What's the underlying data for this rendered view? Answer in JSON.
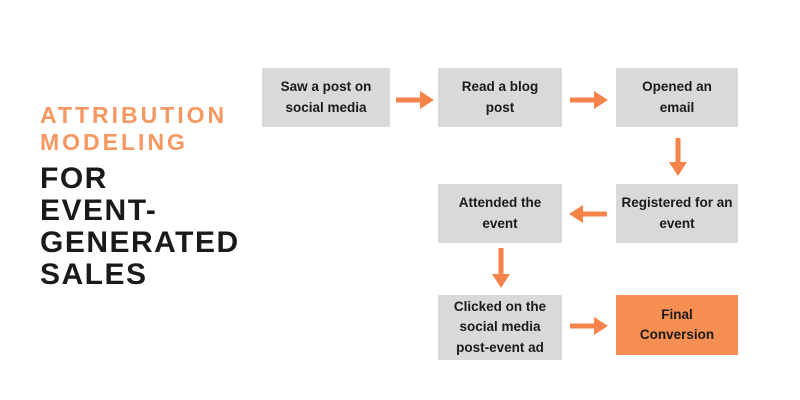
{
  "colors": {
    "accent_title": "#F79862",
    "arrow": "#F5834A",
    "box_fill": "#D9D9D9",
    "highlight_fill": "#F78F53",
    "text": "#1A1A1A",
    "background": "#FFFFFF"
  },
  "title": {
    "accent_line1": "ATTRIBUTION",
    "accent_line2": "MODELING",
    "main_line1": "FOR",
    "main_line2": "EVENT-",
    "main_line3": "GENERATED",
    "main_line4": "SALES"
  },
  "flow": {
    "boxes": [
      {
        "id": "saw-post",
        "label": "Saw a post on\nsocial media"
      },
      {
        "id": "read-blog",
        "label": "Read a blog\npost"
      },
      {
        "id": "opened-email",
        "label": "Opened an\nemail"
      },
      {
        "id": "registered-event",
        "label": "Registered for an\nevent"
      },
      {
        "id": "attended-event",
        "label": "Attended the\nevent"
      },
      {
        "id": "clicked-ad",
        "label": "Clicked on the\nsocial media\npost-event ad"
      },
      {
        "id": "final-conversion",
        "label": "Final\nConversion",
        "highlight": true
      }
    ],
    "arrows": [
      {
        "from": "saw-post",
        "to": "read-blog",
        "direction": "right"
      },
      {
        "from": "read-blog",
        "to": "opened-email",
        "direction": "right"
      },
      {
        "from": "opened-email",
        "to": "registered-event",
        "direction": "down"
      },
      {
        "from": "registered-event",
        "to": "attended-event",
        "direction": "left"
      },
      {
        "from": "attended-event",
        "to": "clicked-ad",
        "direction": "down"
      },
      {
        "from": "clicked-ad",
        "to": "final-conversion",
        "direction": "right"
      }
    ]
  }
}
